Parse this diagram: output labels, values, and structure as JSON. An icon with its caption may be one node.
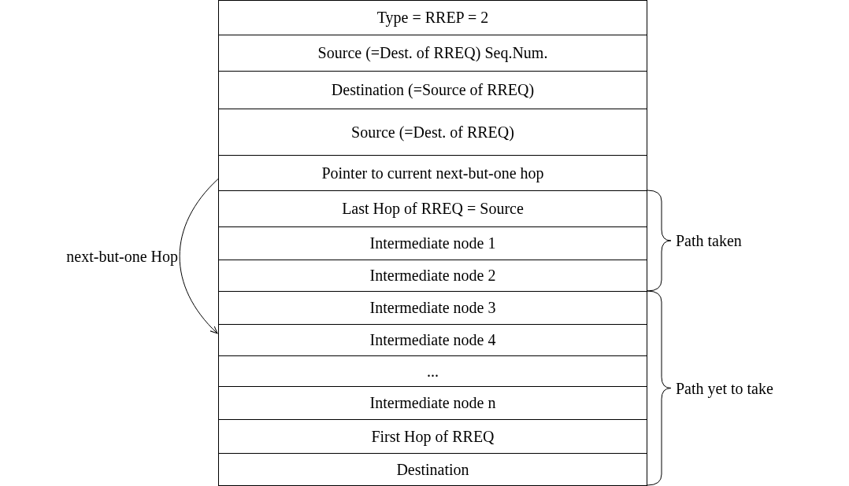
{
  "diagram": {
    "nodes": [
      {
        "text": [
          "Type = RREP = 2"
        ]
      },
      {
        "text": [
          "Source (=Dest. of RREQ) Seq.Num."
        ]
      },
      {
        "text": [
          "Destination (=Source of RREQ)"
        ]
      },
      {
        "text": [
          "Source (=Dest. of RREQ)"
        ]
      },
      {
        "text": [
          "Pointer to current next-but-one hop"
        ]
      },
      {
        "text": [
          "Last Hop of RREQ = Source"
        ]
      },
      {
        "text": [
          "Intermediate node 1"
        ]
      },
      {
        "text": [
          "Intermediate node 2"
        ]
      },
      {
        "text": [
          "Intermediate node 3"
        ]
      },
      {
        "text": [
          "Intermediate node 4"
        ]
      },
      {
        "text": [
          "..."
        ]
      },
      {
        "text": [
          "Intermediate node n"
        ]
      },
      {
        "text": [
          "First Hop of RREQ"
        ]
      },
      {
        "text": [
          "Destination"
        ]
      }
    ],
    "edges": [
      {
        "from": 4,
        "to": 9,
        "arrow": "to",
        "label": "next-but-one Hop"
      }
    ],
    "labels": [
      "Path taken",
      "Path yet to take"
    ]
  }
}
